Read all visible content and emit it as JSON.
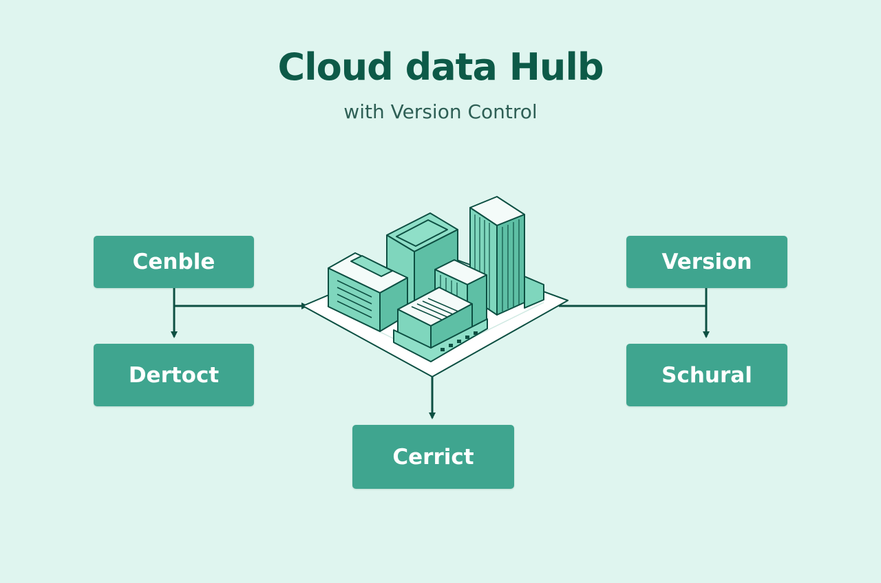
{
  "header": {
    "title": "Cloud data Hulb",
    "subtitle": "with Version Control"
  },
  "nodes": {
    "top_left": "Cenble",
    "bottom_left": "Dertoct",
    "top_right": "Version",
    "bottom_right": "Schural",
    "bottom_center": "Cerrict"
  },
  "colors": {
    "background": "#dff5ef",
    "node_fill": "#3fa58f",
    "line": "#0d4f42",
    "title": "#0d5a48",
    "building_fill": "#8fdfc8"
  },
  "icons": {
    "hub": "data-center-buildings-icon"
  }
}
